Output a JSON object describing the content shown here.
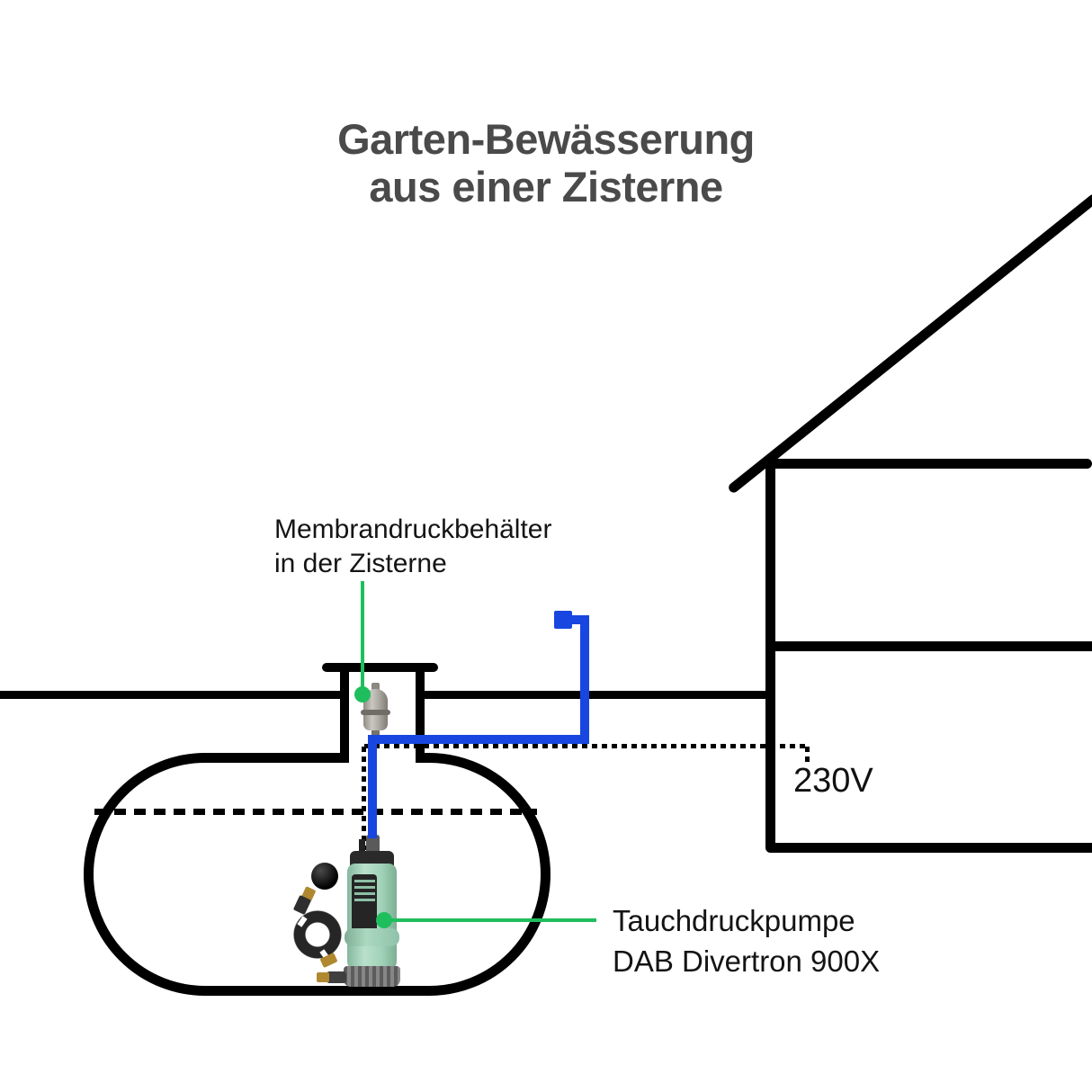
{
  "title": {
    "lines": [
      "Garten-Bewässerung",
      "aus einer Zisterne"
    ]
  },
  "callouts": {
    "pressure_tank": {
      "lines": [
        "Membrandruckbehälter",
        "in der Zisterne"
      ]
    },
    "pump": {
      "lines": [
        "Tauchdruckpumpe",
        "DAB Divertron 900X"
      ]
    },
    "power": {
      "label": "230V"
    }
  },
  "colors": {
    "structure_line": "#000000",
    "title_text": "#4a4a4a",
    "label_text": "#141414",
    "water_pipe_blue": "#1747e0",
    "callout_green": "#1fbe5d",
    "pump_body_mint": "#a0d2b8",
    "pressure_tank_gray": "#b0aea6"
  }
}
